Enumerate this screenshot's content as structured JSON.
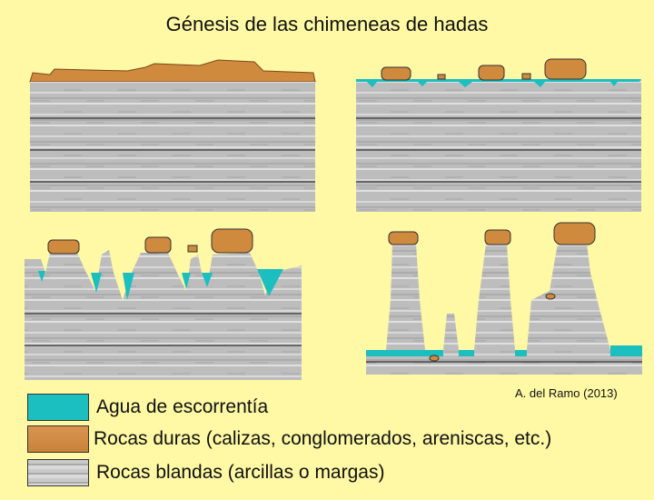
{
  "title": "Génesis de las chimeneas de hadas",
  "credit": "A. del Ramo (2013)",
  "legend": [
    {
      "label": "Agua de escorrentía",
      "color": "#1bbfc0"
    },
    {
      "label": "Rocas duras (calizas, conglomerados, areniscas, etc.)",
      "color": "#cf8a3e"
    },
    {
      "label": "Rocas blandas (arcillas o margas)",
      "color": "#b9b9b9"
    }
  ],
  "colors": {
    "background": "#fff8a4",
    "water": "#1bbfc0",
    "hard_rock": "#cf8a3e",
    "soft_rock": "#b9b9b9"
  }
}
